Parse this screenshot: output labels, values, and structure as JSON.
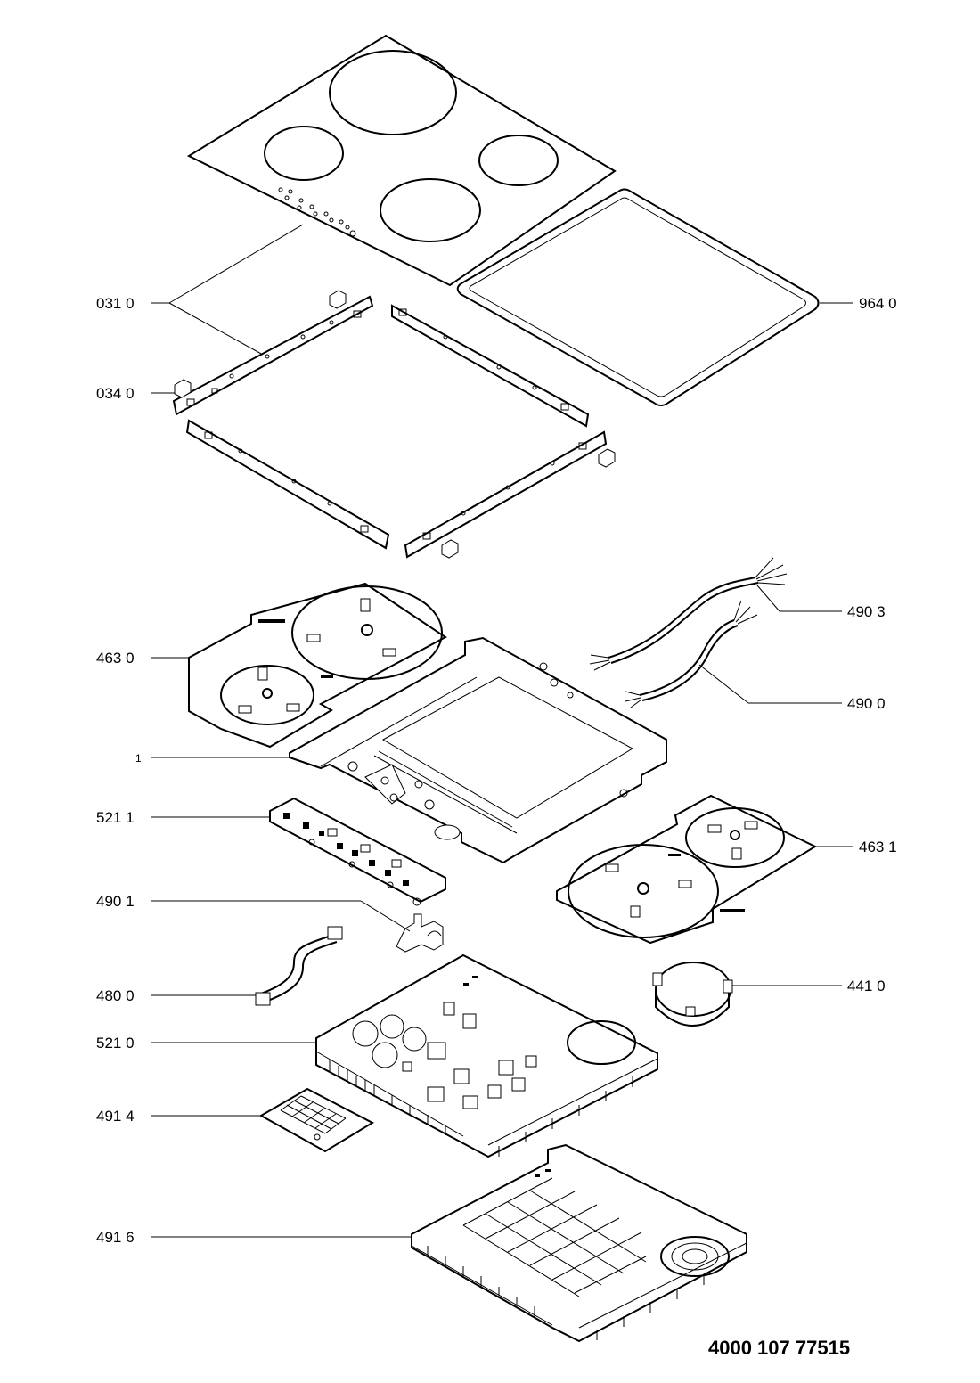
{
  "diagram": {
    "document_number": "4000 107 77515",
    "labels": {
      "l0310": "031 0",
      "l0340": "034 0",
      "l9640": "964 0",
      "l4903": "490 3",
      "l4630": "463 0",
      "l4900": "490 0",
      "l1": "1",
      "l5211": "521 1",
      "l4631": "463 1",
      "l4901": "490 1",
      "l4800": "480 0",
      "l4410": "441 0",
      "l5210": "521 0",
      "l4914": "491 4",
      "l4916": "491 6"
    }
  }
}
